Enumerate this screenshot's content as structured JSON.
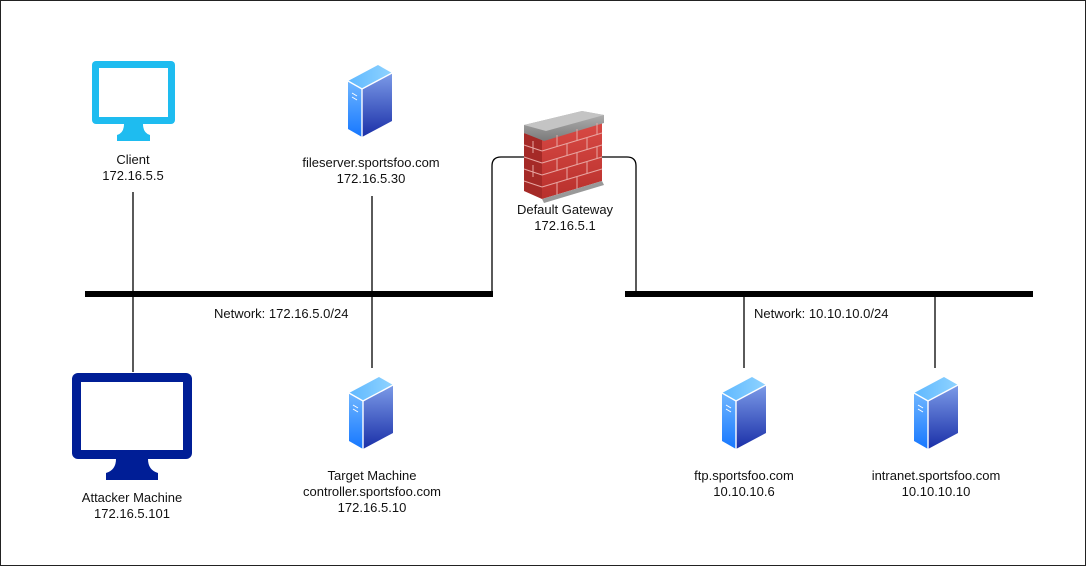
{
  "diagram": {
    "nodes": {
      "client": {
        "icon": "monitor-icon",
        "color": "#1EBCF0",
        "lines": [
          "Client",
          "172.16.5.5"
        ]
      },
      "fileserver": {
        "icon": "server-icon",
        "lines": [
          "fileserver.sportsfoo.com",
          "172.16.5.30"
        ]
      },
      "gateway": {
        "icon": "firewall-icon",
        "lines": [
          "Default Gateway",
          "172.16.5.1"
        ]
      },
      "attacker": {
        "icon": "monitor-icon",
        "color": "#001E96",
        "lines": [
          "Attacker Machine",
          "172.16.5.101"
        ]
      },
      "target": {
        "icon": "server-icon",
        "lines": [
          "Target Machine",
          "controller.sportsfoo.com",
          "172.16.5.10"
        ]
      },
      "ftp": {
        "icon": "server-icon",
        "lines": [
          "ftp.sportsfoo.com",
          "10.10.10.6"
        ]
      },
      "intranet": {
        "icon": "server-icon",
        "lines": [
          "intranet.sportsfoo.com",
          "10.10.10.10"
        ]
      }
    },
    "networks": {
      "left": {
        "label": "Network: 172.16.5.0/24"
      },
      "right": {
        "label": "Network: 10.10.10.0/24"
      }
    },
    "colors": {
      "bus": "#000000",
      "firewall_brick": "#C83A3A",
      "firewall_cap": "#9A9A9A",
      "server_light": "#4FA8FF",
      "server_dark": "#1A3AB0"
    }
  }
}
